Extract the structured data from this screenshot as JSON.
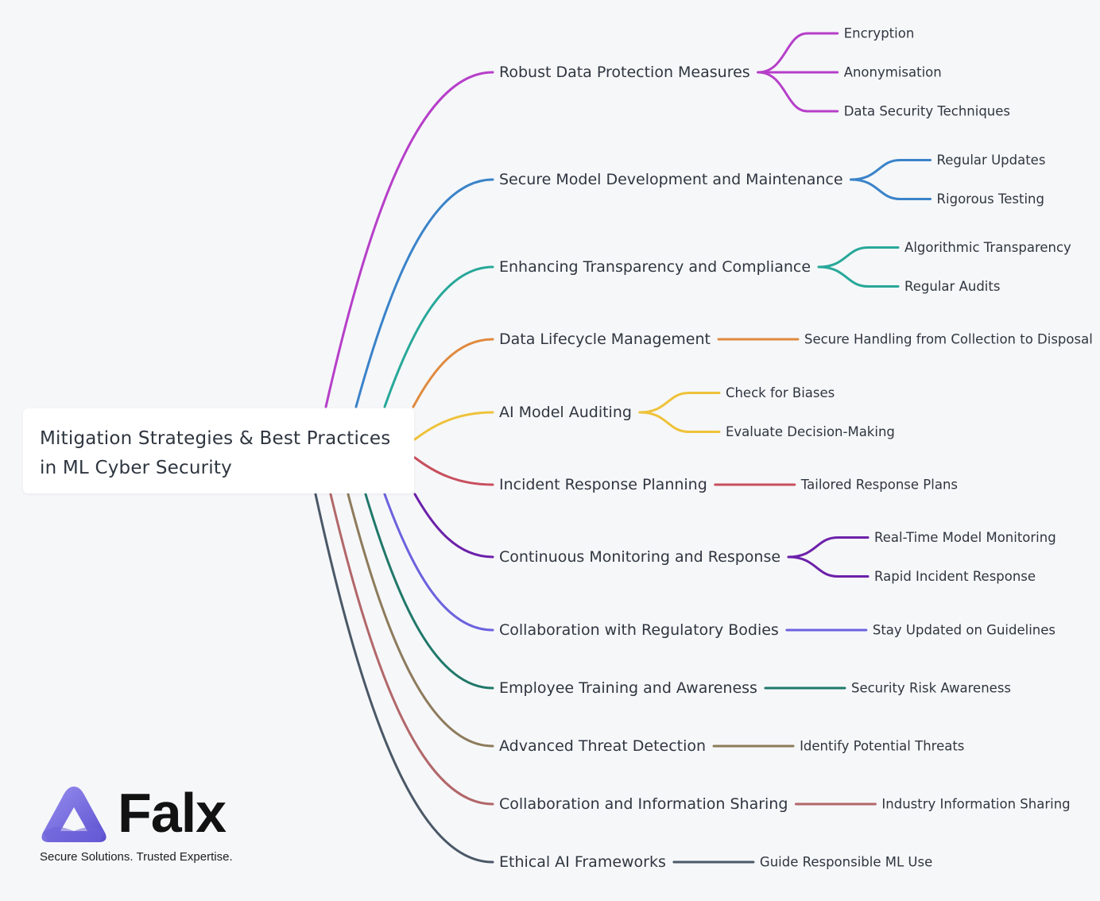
{
  "root": {
    "title": "Mitigation Strategies & Best Practices\nin ML Cyber Security"
  },
  "branches": [
    {
      "label": "Robust Data Protection Measures",
      "color": "#b63fc9",
      "children": [
        "Encryption",
        "Anonymisation",
        "Data Security Techniques"
      ]
    },
    {
      "label": "Secure Model Development and Maintenance",
      "color": "#3a83c9",
      "children": [
        "Regular Updates",
        "Rigorous Testing"
      ]
    },
    {
      "label": "Enhancing Transparency and Compliance",
      "color": "#27a899",
      "children": [
        "Algorithmic Transparency",
        "Regular Audits"
      ]
    },
    {
      "label": "Data Lifecycle Management",
      "color": "#e08a3e",
      "children": [
        "Secure Handling from Collection to Disposal"
      ]
    },
    {
      "label": "AI Model Auditing",
      "color": "#eec23a",
      "children": [
        "Check for Biases",
        "Evaluate Decision-Making"
      ]
    },
    {
      "label": "Incident Response Planning",
      "color": "#c8505e",
      "children": [
        "Tailored Response Plans"
      ]
    },
    {
      "label": "Continuous Monitoring and Response",
      "color": "#6c21a9",
      "children": [
        "Real-Time Model Monitoring",
        "Rapid Incident Response"
      ]
    },
    {
      "label": "Collaboration with Regulatory Bodies",
      "color": "#6c62de",
      "children": [
        "Stay Updated on Guidelines"
      ]
    },
    {
      "label": "Employee Training and Awareness",
      "color": "#20786a",
      "children": [
        "Security Risk Awareness"
      ]
    },
    {
      "label": "Advanced Threat Detection",
      "color": "#8d7b5c",
      "children": [
        "Identify Potential Threats"
      ]
    },
    {
      "label": "Collaboration and Information Sharing",
      "color": "#b2676a",
      "children": [
        "Industry Information Sharing"
      ]
    },
    {
      "label": "Ethical AI Frameworks",
      "color": "#4a5867",
      "children": [
        "Guide Responsible ML Use"
      ]
    }
  ],
  "logo": {
    "wordmark": "Falx",
    "tagline": "Secure Solutions. Trusted Expertise.",
    "mark_color": "#7a6fe0"
  },
  "colors": {
    "background": "#f6f7f9",
    "text": "#2f3640"
  }
}
